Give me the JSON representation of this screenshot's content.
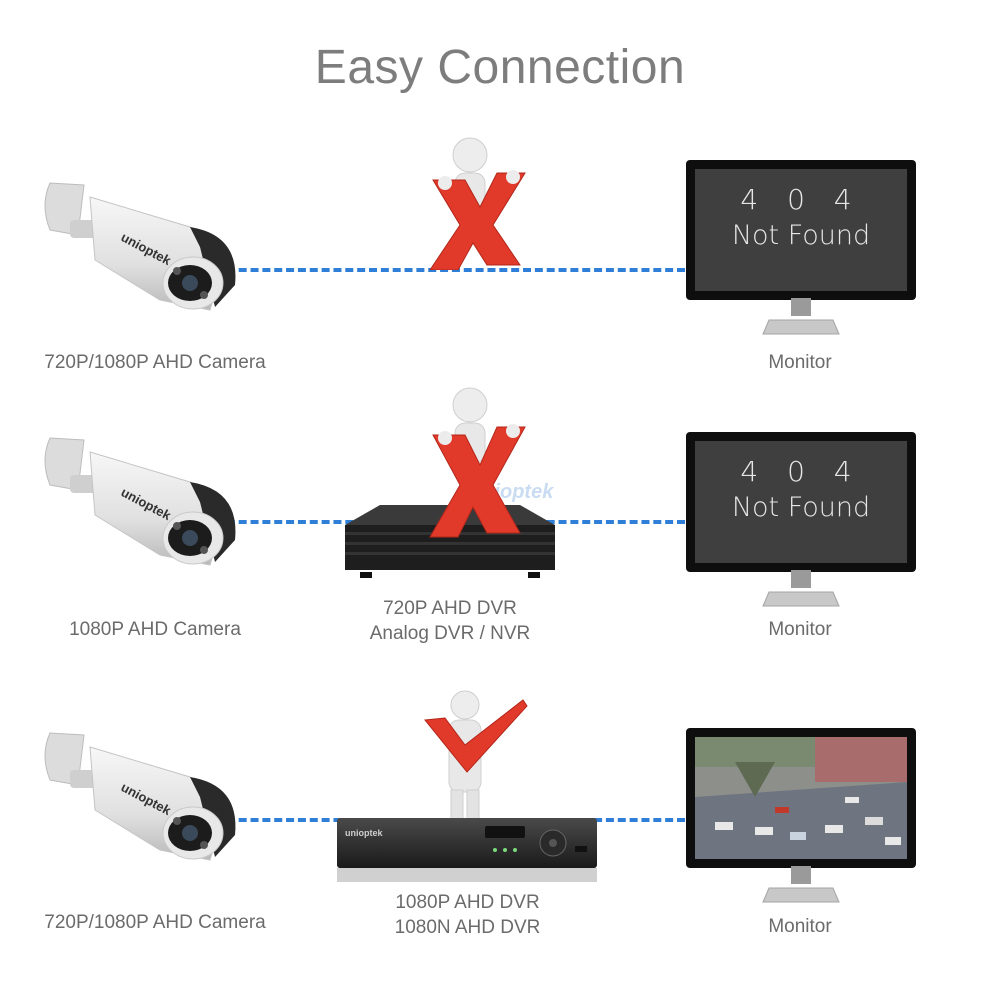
{
  "title": "Easy Connection",
  "rows": [
    {
      "camera_label": "720P/1080P AHD Camera",
      "camera_brand": "unioptek",
      "monitor_label": "Monitor",
      "monitor_error_code": "4 0 4",
      "monitor_error_text": "Not Found",
      "status_icon": "red-x",
      "connection": "failed"
    },
    {
      "camera_label": "1080P AHD Camera",
      "camera_brand": "unioptek",
      "dvr_label_line1": "720P AHD DVR",
      "dvr_label_line2": "Analog DVR / NVR",
      "dvr_watermark": "unioptek",
      "monitor_label": "Monitor",
      "monitor_error_code": "4 0 4",
      "monitor_error_text": "Not Found",
      "status_icon": "red-x",
      "connection": "failed"
    },
    {
      "camera_label": "720P/1080P AHD Camera",
      "camera_brand": "unioptek",
      "dvr_label_line1": "1080P AHD DVR",
      "dvr_label_line2": "1080N AHD DVR",
      "dvr_brand": "unioptek",
      "monitor_label": "Monitor",
      "status_icon": "red-checkmark",
      "connection": "success"
    }
  ],
  "colors": {
    "link_dash": "#2f7fd8",
    "mark_red": "#e23a2a",
    "title_gray": "#7d7d7d"
  }
}
